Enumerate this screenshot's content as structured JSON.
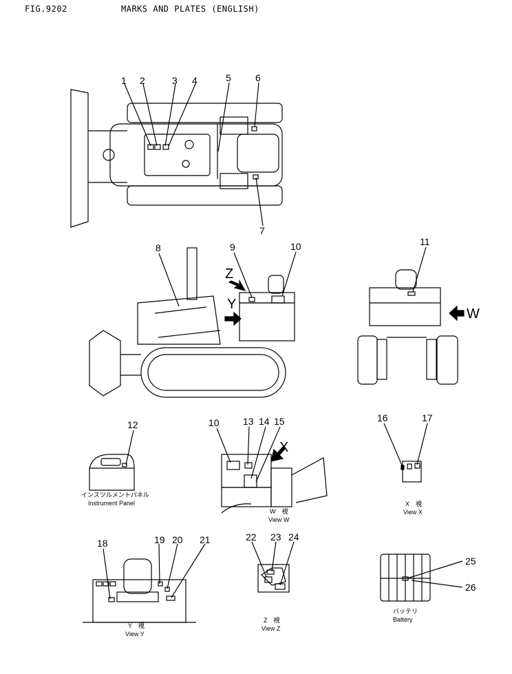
{
  "header": {
    "figure_number": "FIG.9202",
    "title": "MARKS AND PLATES (ENGLISH)"
  },
  "callouts": [
    "1",
    "2",
    "3",
    "4",
    "5",
    "6",
    "7",
    "8",
    "9",
    "10",
    "11",
    "12",
    "13",
    "14",
    "15",
    "16",
    "17",
    "18",
    "19",
    "20",
    "21",
    "22",
    "23",
    "24",
    "25",
    "26"
  ],
  "callouts_view_w_10": "10",
  "view_arrows": {
    "z": "Z",
    "y": "Y",
    "w": "W",
    "x": "X"
  },
  "captions": {
    "instrument_panel_jp": "インスツルメントパネル",
    "instrument_panel": "Instrument Panel",
    "view_w_jp": "W　視",
    "view_w": "View  W",
    "view_x_jp": "X　視",
    "view_x": "View  X",
    "view_y_jp": "Y　視",
    "view_y": "View  Y",
    "view_z_jp": "Z　視",
    "view_z": "View  Z",
    "battery_jp": "バッテリ",
    "battery": "Battery"
  },
  "colors": {
    "line": "#000000",
    "background": "#ffffff"
  }
}
